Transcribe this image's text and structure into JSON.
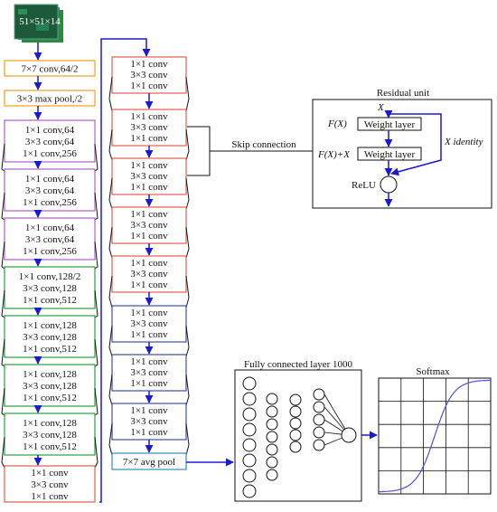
{
  "input": {
    "label": "51×51×14"
  },
  "left_column": [
    {
      "lines": [
        "7×7 conv,64/2"
      ],
      "color": "#f0a020"
    },
    {
      "lines": [
        "3×3 max pool,/2"
      ],
      "color": "#f0a020"
    },
    {
      "lines": [
        "1×1 conv,64",
        "3×3 conv,64",
        "1×1 conv,256"
      ],
      "color": "#b060c8"
    },
    {
      "lines": [
        "1×1 conv,64",
        "3×3 conv,64",
        "1×1 conv,256"
      ],
      "color": "#b060c8"
    },
    {
      "lines": [
        "1×1 conv,64",
        "3×3 conv,64",
        "1×1 conv,256"
      ],
      "color": "#b060c8"
    },
    {
      "lines": [
        "1×1 conv,128/2",
        "3×3 conv,128",
        "1×1 conv,512"
      ],
      "color": "#2aa040"
    },
    {
      "lines": [
        "1×1 conv,128",
        "3×3 conv,128",
        "1×1 conv,512"
      ],
      "color": "#2aa040"
    },
    {
      "lines": [
        "1×1 conv,128",
        "3×3 conv,128",
        "1×1 conv,512"
      ],
      "color": "#2aa040"
    },
    {
      "lines": [
        "1×1 conv,128",
        "3×3 conv,128",
        "1×1 conv,512"
      ],
      "color": "#2aa040"
    },
    {
      "lines": [
        "1×1 conv",
        "3×3 conv",
        "1×1 conv"
      ],
      "color": "#e06050"
    }
  ],
  "right_column": [
    {
      "lines": [
        "1×1 conv",
        "3×3 conv",
        "1×1 conv"
      ],
      "color": "#e06050"
    },
    {
      "lines": [
        "1×1 conv",
        "3×3 conv",
        "1×1 conv"
      ],
      "color": "#e06050"
    },
    {
      "lines": [
        "1×1 conv",
        "3×3 conv",
        "1×1 conv"
      ],
      "color": "#e06050"
    },
    {
      "lines": [
        "1×1 conv",
        "3×3 conv",
        "1×1 conv"
      ],
      "color": "#e06050"
    },
    {
      "lines": [
        "1×1 conv",
        "3×3 conv",
        "1×1 conv"
      ],
      "color": "#e06050"
    },
    {
      "lines": [
        "1×1 conv",
        "3×3 conv",
        "1×1 conv"
      ],
      "color": "#4050a0"
    },
    {
      "lines": [
        "1×1 conv",
        "3×3 conv",
        "1×1 conv"
      ],
      "color": "#4050a0"
    },
    {
      "lines": [
        "1×1 conv",
        "3×3 conv",
        "1×1 conv"
      ],
      "color": "#4050a0"
    }
  ],
  "avg_pool": {
    "label": "7×7 avg pool",
    "color": "#3090c0"
  },
  "skip_connection": {
    "label": "Skip connection"
  },
  "residual_unit": {
    "title": "Residual unit",
    "x_label": "X",
    "fx_label": "F(X)",
    "fx_plus_x_label": "F(X)+X",
    "weight_layer_1": "Weight layer",
    "weight_layer_2": "Weight layer",
    "identity_label": "X identity",
    "relu_label": "ReLU"
  },
  "fc": {
    "title": "Fully connected layer 1000"
  },
  "softmax": {
    "title": "Softmax"
  },
  "colors": {
    "arrow": "#1a1ad0",
    "softmax_curve": "#5050e0"
  }
}
